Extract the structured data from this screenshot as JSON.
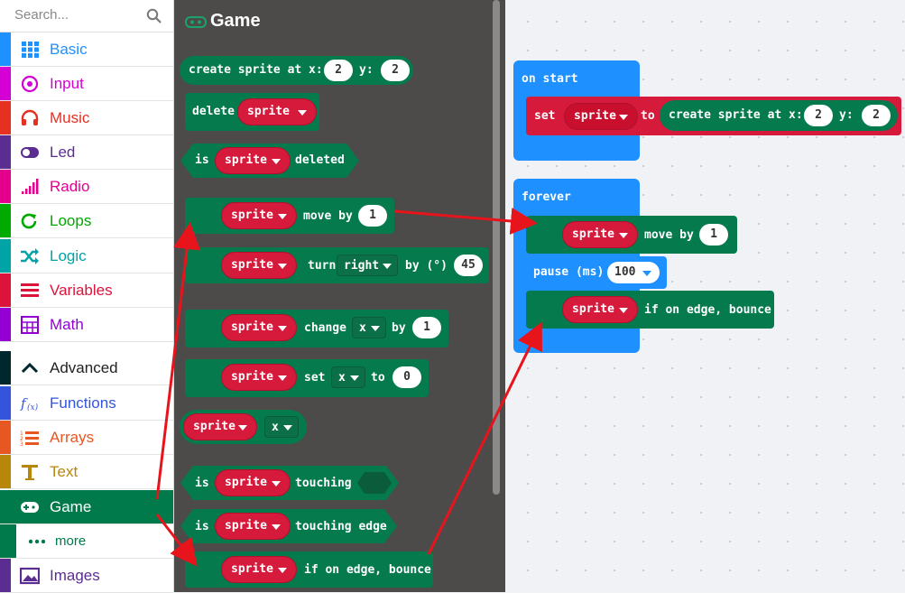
{
  "sidebar": {
    "search_placeholder": "Search...",
    "categories": [
      {
        "label": "Basic",
        "color": "#1e90ff",
        "icon": "grid-icon"
      },
      {
        "label": "Input",
        "color": "#d400d4",
        "icon": "target-icon"
      },
      {
        "label": "Music",
        "color": "#e63022",
        "icon": "headphones-icon"
      },
      {
        "label": "Led",
        "color": "#5c2d91",
        "icon": "toggle-icon"
      },
      {
        "label": "Radio",
        "color": "#e3008c",
        "icon": "signal-icon"
      },
      {
        "label": "Loops",
        "color": "#00aa00",
        "icon": "refresh-icon"
      },
      {
        "label": "Logic",
        "color": "#00a4a6",
        "icon": "shuffle-icon"
      },
      {
        "label": "Variables",
        "color": "#dc143c",
        "icon": "list-icon"
      },
      {
        "label": "Math",
        "color": "#9400d3",
        "icon": "calculator-icon"
      },
      {
        "label": "Advanced",
        "color": "#00272b",
        "icon": "chevron-up-icon"
      },
      {
        "label": "Functions",
        "color": "#3455db",
        "icon": "function-icon"
      },
      {
        "label": "Arrays",
        "color": "#e65722",
        "icon": "array-list-icon"
      },
      {
        "label": "Text",
        "color": "#b8860b",
        "icon": "text-icon"
      },
      {
        "label": "Game",
        "color": "#007a4b",
        "icon": "gamepad-icon"
      },
      {
        "label": "more",
        "color": "#007a4b",
        "icon": "dots-icon"
      },
      {
        "label": "Images",
        "color": "#5c2d91",
        "icon": "image-icon"
      }
    ]
  },
  "flyout": {
    "title": "Game",
    "blocks": {
      "create_sprite": {
        "label": "create sprite at x:",
        "x": "2",
        "y_label": "y:",
        "y": "2"
      },
      "delete": {
        "label": "delete",
        "var": "sprite"
      },
      "is_deleted": {
        "is": "is",
        "var": "sprite",
        "label": "deleted"
      },
      "move_by": {
        "var": "sprite",
        "label": "move by",
        "value": "1"
      },
      "turn": {
        "var": "sprite",
        "label": "turn",
        "dir": "right",
        "by": "by (°)",
        "value": "45"
      },
      "change": {
        "var": "sprite",
        "label": "change",
        "prop": "x",
        "by": "by",
        "value": "1"
      },
      "set": {
        "var": "sprite",
        "label": "set",
        "prop": "x",
        "to": "to",
        "value": "0"
      },
      "get": {
        "var": "sprite",
        "prop": "x"
      },
      "touching": {
        "is": "is",
        "var": "sprite",
        "label": "touching"
      },
      "touching_edge": {
        "is": "is",
        "var": "sprite",
        "label": "touching edge"
      },
      "bounce": {
        "var": "sprite",
        "label": "if on edge, bounce"
      }
    }
  },
  "workspace": {
    "on_start": {
      "label": "on start",
      "set_label": "set",
      "var": "sprite",
      "to": "to",
      "create_label": "create sprite at x:",
      "x": "2",
      "y_label": "y:",
      "y": "2"
    },
    "forever": {
      "label": "forever",
      "move_var": "sprite",
      "move_label": "move by",
      "move_value": "1",
      "pause_label": "pause (ms)",
      "pause_value": "100",
      "bounce_var": "sprite",
      "bounce_label": "if on edge, bounce"
    }
  },
  "colors": {
    "game_green": "#047a4d",
    "sprite_red": "#d61a3c",
    "event_blue": "#1e90ff",
    "arrow_red": "#e8141c"
  }
}
